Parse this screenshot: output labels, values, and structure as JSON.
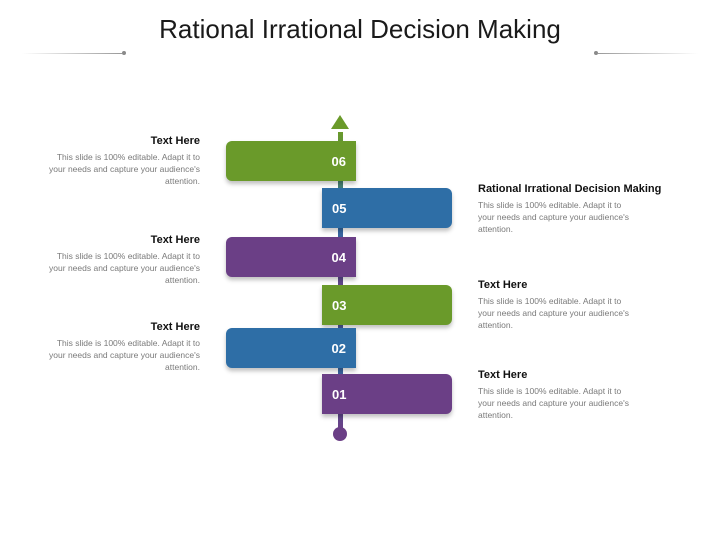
{
  "title": "Rational Irrational Decision Making",
  "colors": {
    "green": "#6a9a2a",
    "blue": "#2e6ea6",
    "purple": "#6b3f86"
  },
  "steps": [
    {
      "number": "06",
      "color": "green"
    },
    {
      "number": "05",
      "color": "blue"
    },
    {
      "number": "04",
      "color": "purple"
    },
    {
      "number": "03",
      "color": "green"
    },
    {
      "number": "02",
      "color": "blue"
    },
    {
      "number": "01",
      "color": "purple"
    }
  ],
  "left_texts": [
    {
      "heading": "Text Here",
      "body": "This slide is 100% editable. Adapt it to your needs and capture your audience's attention."
    },
    {
      "heading": "Text Here",
      "body": "This slide is 100% editable. Adapt it to your needs and capture your audience's attention."
    },
    {
      "heading": "Text Here",
      "body": "This slide is 100% editable. Adapt it to your needs and capture your audience's attention."
    }
  ],
  "right_texts": [
    {
      "heading": "Rational Irrational Decision Making",
      "body": "This slide is 100% editable. Adapt it to your needs and capture your audience's attention."
    },
    {
      "heading": "Text Here",
      "body": "This slide is 100% editable. Adapt it to your needs and capture your audience's attention."
    },
    {
      "heading": "Text Here",
      "body": "This slide is 100% editable. Adapt it to your needs and capture your audience's attention."
    }
  ]
}
